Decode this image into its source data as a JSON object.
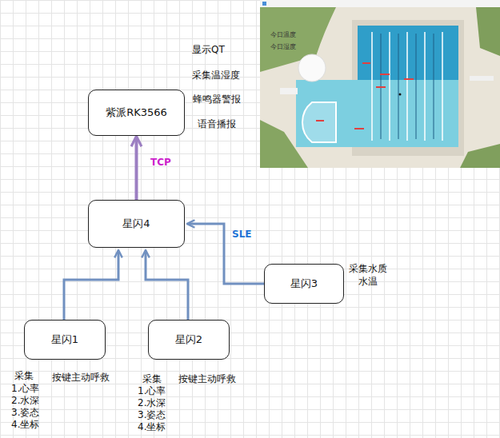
{
  "diagram": {
    "nodes": [
      {
        "text": [
          "紫派RK3566"
        ]
      },
      {
        "text": [
          "星闪4"
        ]
      },
      {
        "text": [
          "星闪3"
        ]
      },
      {
        "text": [
          "星闪1"
        ]
      },
      {
        "text": [
          "星闪2"
        ]
      }
    ],
    "edges": [
      {
        "from": 1,
        "to": 0,
        "label": "TCP",
        "arrow": "to"
      },
      {
        "from": 3,
        "to": 1,
        "arrow": "to"
      },
      {
        "from": 4,
        "to": 1,
        "arrow": "to"
      },
      {
        "from": 2,
        "to": 1,
        "label": "SLE",
        "arrow": "to"
      }
    ],
    "labels": [
      "显示QT",
      "采集温湿度",
      "蜂鸣器警报",
      "语音播报",
      "今日温度",
      "今日湿度",
      "采集水质",
      "水温",
      "采集",
      "1.心率",
      "2.水深",
      "3.姿态",
      "4.坐标",
      "按键主动呼救",
      "采集",
      "1.心率",
      "2.水深",
      "3.姿态",
      "4.坐标",
      "按键主动呼救"
    ]
  }
}
